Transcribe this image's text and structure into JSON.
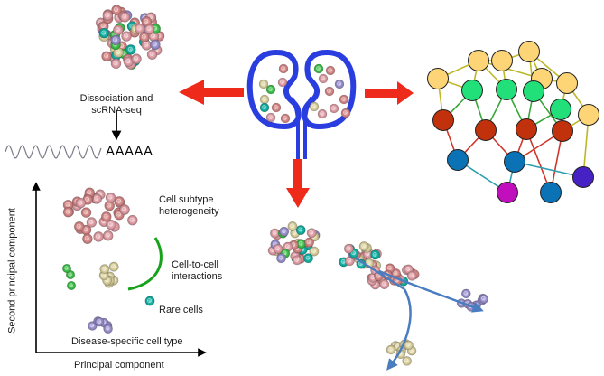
{
  "labels": {
    "dissociation": "Dissociation and",
    "scrnaseq": "scRNA-seq",
    "polya": "AAAAA",
    "subtype_line1": "Cell subtype",
    "subtype_line2": "heterogeneity",
    "interact_line1": "Cell-to-cell",
    "interact_line2": "interactions",
    "rare": "Rare cells",
    "disease": "Disease-specific cell type",
    "xaxis": "Principal component",
    "yaxis": "Second principal component"
  },
  "colors": {
    "cell_pink": "#d98a8a",
    "cell_rose": "#e3a0a8",
    "cell_green": "#3ec24a",
    "cell_teal": "#14b3a5",
    "cell_lavender": "#9b92cf",
    "cell_tan": "#ddd3a0",
    "kidney_outline": "#2a3ee0",
    "arrow_red": "#ee2a1a",
    "trajectory_blue": "#4a7cc0",
    "interaction_green": "#17a21b",
    "node_yellow": "#fdd577",
    "node_green": "#21e07a",
    "node_red": "#c1310c",
    "node_blue": "#0a72b5",
    "node_magenta": "#c20fbe",
    "node_purple": "#4622c4",
    "edge_yellow": "#bdb82a",
    "edge_green": "#3aa63a",
    "edge_red": "#d0352a",
    "edge_teal": "#2a9fb0"
  }
}
